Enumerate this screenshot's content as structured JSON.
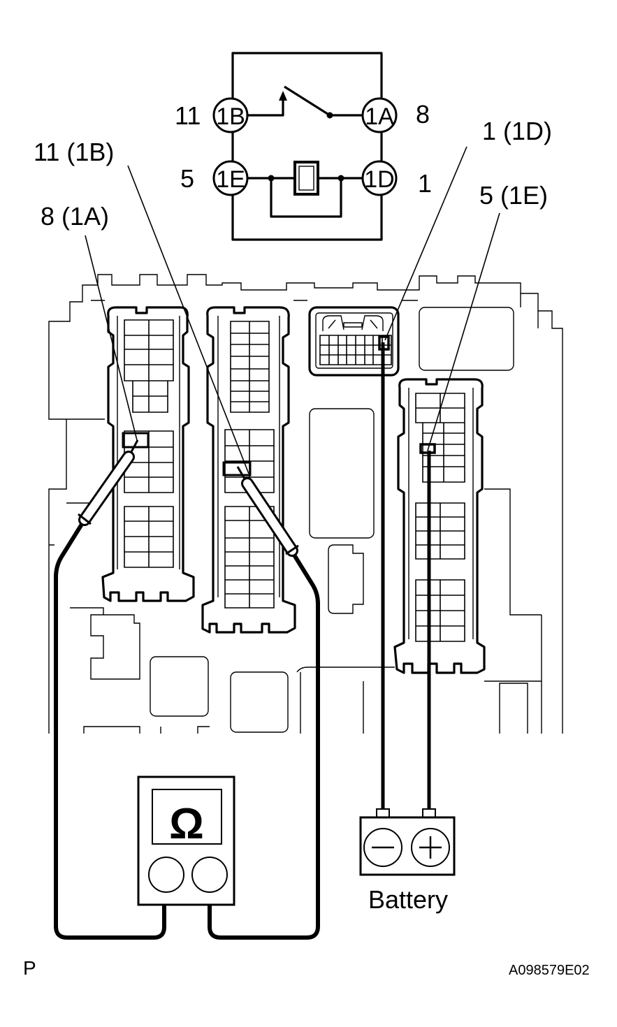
{
  "relay_schematic": {
    "pin_1B": "11",
    "terminal_1B": "1B",
    "pin_1A": "8",
    "terminal_1A": "1A",
    "pin_1E": "5",
    "terminal_1E": "1E",
    "pin_1D": "1",
    "terminal_1D": "1D"
  },
  "callouts": {
    "pin_1D": "1 (1D)",
    "pin_1B": "11 (1B)",
    "pin_1E": "5 (1E)",
    "pin_1A": "8 (1A)"
  },
  "ohmmeter": {
    "display_symbol": "Ω",
    "icon": "ohmmeter-icon"
  },
  "battery": {
    "label": "Battery",
    "negative_icon": "minus-terminal-icon",
    "positive_icon": "plus-terminal-icon"
  },
  "footer": {
    "view_code": "P",
    "illustration_id": "A098579E02"
  },
  "colors": {
    "line": "#000000",
    "background": "#ffffff"
  }
}
